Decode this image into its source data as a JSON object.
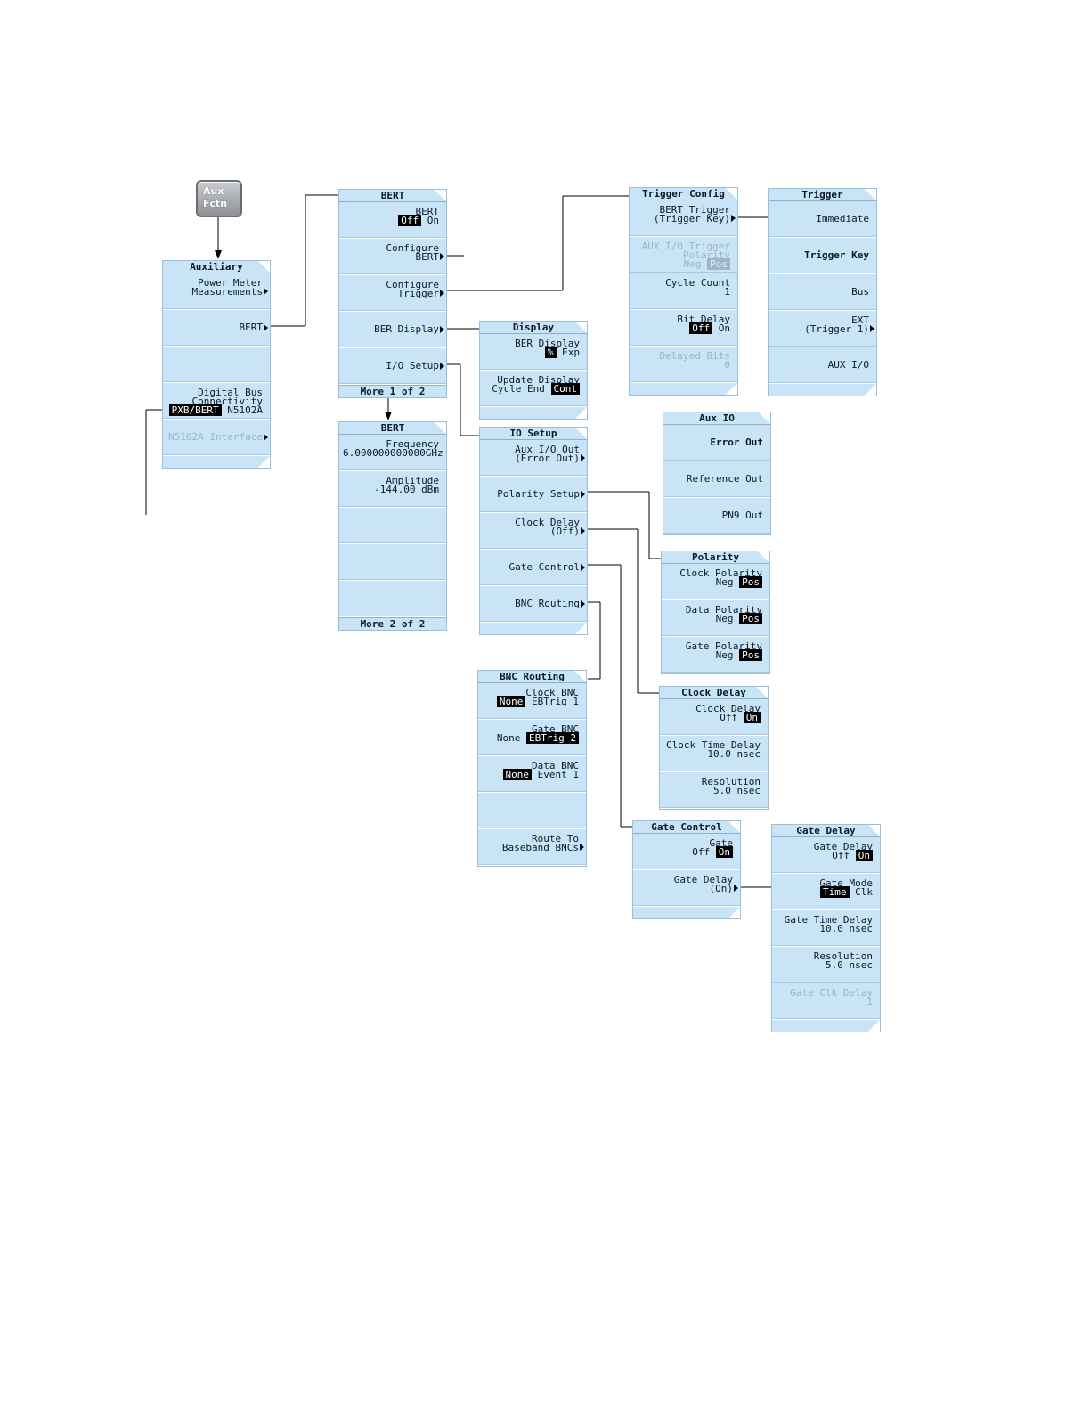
{
  "hardkey": {
    "line1": "Aux",
    "line2": "Fctn"
  },
  "auxiliary": {
    "title": "Auxiliary",
    "power_meter": [
      "Power Meter",
      "Measurements"
    ],
    "bert": "BERT",
    "digital_bus": [
      "Digital Bus",
      "Connectivity"
    ],
    "digital_bus_opt_a": "PXB/BERT",
    "digital_bus_opt_b": "N5102A",
    "n5102a": "N5102A Interface"
  },
  "bert1": {
    "title": "BERT",
    "bert_label": "BERT",
    "off": "Off",
    "on": "On",
    "configure_bert": [
      "Configure",
      "BERT"
    ],
    "configure_trigger": [
      "Configure",
      "Trigger"
    ],
    "ber_display": "BER Display",
    "io_setup": "I/O Setup",
    "more": "More 1 of 2"
  },
  "bert2": {
    "title": "BERT",
    "frequency_label": "Frequency",
    "frequency_value": "6.000000000000GHz",
    "amplitude_label": "Amplitude",
    "amplitude_value": "-144.00 dBm",
    "more": "More 2 of 2"
  },
  "display": {
    "title": "Display",
    "ber_display_label": "BER Display",
    "pct": "%",
    "exp": "Exp",
    "update_label": "Update Display",
    "cycle_end": "Cycle End",
    "cont": "Cont"
  },
  "trigger_config": {
    "title": "Trigger Config",
    "bert_trigger": [
      "BERT Trigger",
      "(Trigger Key)"
    ],
    "aux_trigger": [
      "AUX I/O Trigger",
      "Polarity"
    ],
    "aux_neg": "Neg",
    "aux_pos": "Pos",
    "cycle_count_label": "Cycle Count",
    "cycle_count_value": "1",
    "bit_delay_label": "Bit Delay",
    "bit_off": "Off",
    "bit_on": "On",
    "delayed_bits_label": "Delayed Bits",
    "delayed_bits_value": "0"
  },
  "trigger": {
    "title": "Trigger",
    "immediate": "Immediate",
    "trigger_key": "Trigger Key",
    "bus": "Bus",
    "ext": [
      "EXT",
      "(Trigger 1)"
    ],
    "aux_io": "AUX I/O"
  },
  "io_setup": {
    "title": "IO Setup",
    "aux_out": [
      "Aux I/O Out",
      "(Error Out)"
    ],
    "polarity_setup": "Polarity Setup",
    "clock_delay": [
      "Clock Delay",
      "(Off)"
    ],
    "gate_control": "Gate Control",
    "bnc_routing": "BNC Routing"
  },
  "aux_io": {
    "title": "Aux IO",
    "error_out": "Error Out",
    "reference_out": "Reference Out",
    "pn9_out": "PN9 Out"
  },
  "polarity": {
    "title": "Polarity",
    "clock_label": "Clock Polarity",
    "data_label": "Data Polarity",
    "gate_label": "Gate Polarity",
    "neg": "Neg",
    "pos": "Pos"
  },
  "clock_delay": {
    "title": "Clock Delay",
    "label": "Clock Delay",
    "off": "Off",
    "on": "On",
    "time_label": "Clock Time Delay",
    "time_value": "10.0 nsec",
    "res_label": "Resolution",
    "res_value": "5.0 nsec"
  },
  "bnc_routing": {
    "title": "BNC Routing",
    "clock_label": "Clock BNC",
    "clock_none": "None",
    "clock_value": "EBTrig 1",
    "gate_label": "Gate BNC",
    "gate_none": "None",
    "gate_value": "EBTrig 2",
    "data_label": "Data BNC",
    "data_none": "None",
    "data_value": "Event 1",
    "route": [
      "Route To",
      "Baseband BNCs"
    ]
  },
  "gate_control": {
    "title": "Gate Control",
    "gate_label": "Gate",
    "off": "Off",
    "on": "On",
    "gate_delay": [
      "Gate Delay",
      "(On)"
    ]
  },
  "gate_delay": {
    "title": "Gate Delay",
    "delay_label": "Gate Delay",
    "off": "Off",
    "on": "On",
    "mode_label": "Gate Mode",
    "time": "Time",
    "clk": "Clk",
    "time_label": "Gate Time Delay",
    "time_value": "10.0 nsec",
    "res_label": "Resolution",
    "res_value": "5.0 nsec",
    "clk_label": "Gate Clk Delay",
    "clk_value": "1"
  }
}
